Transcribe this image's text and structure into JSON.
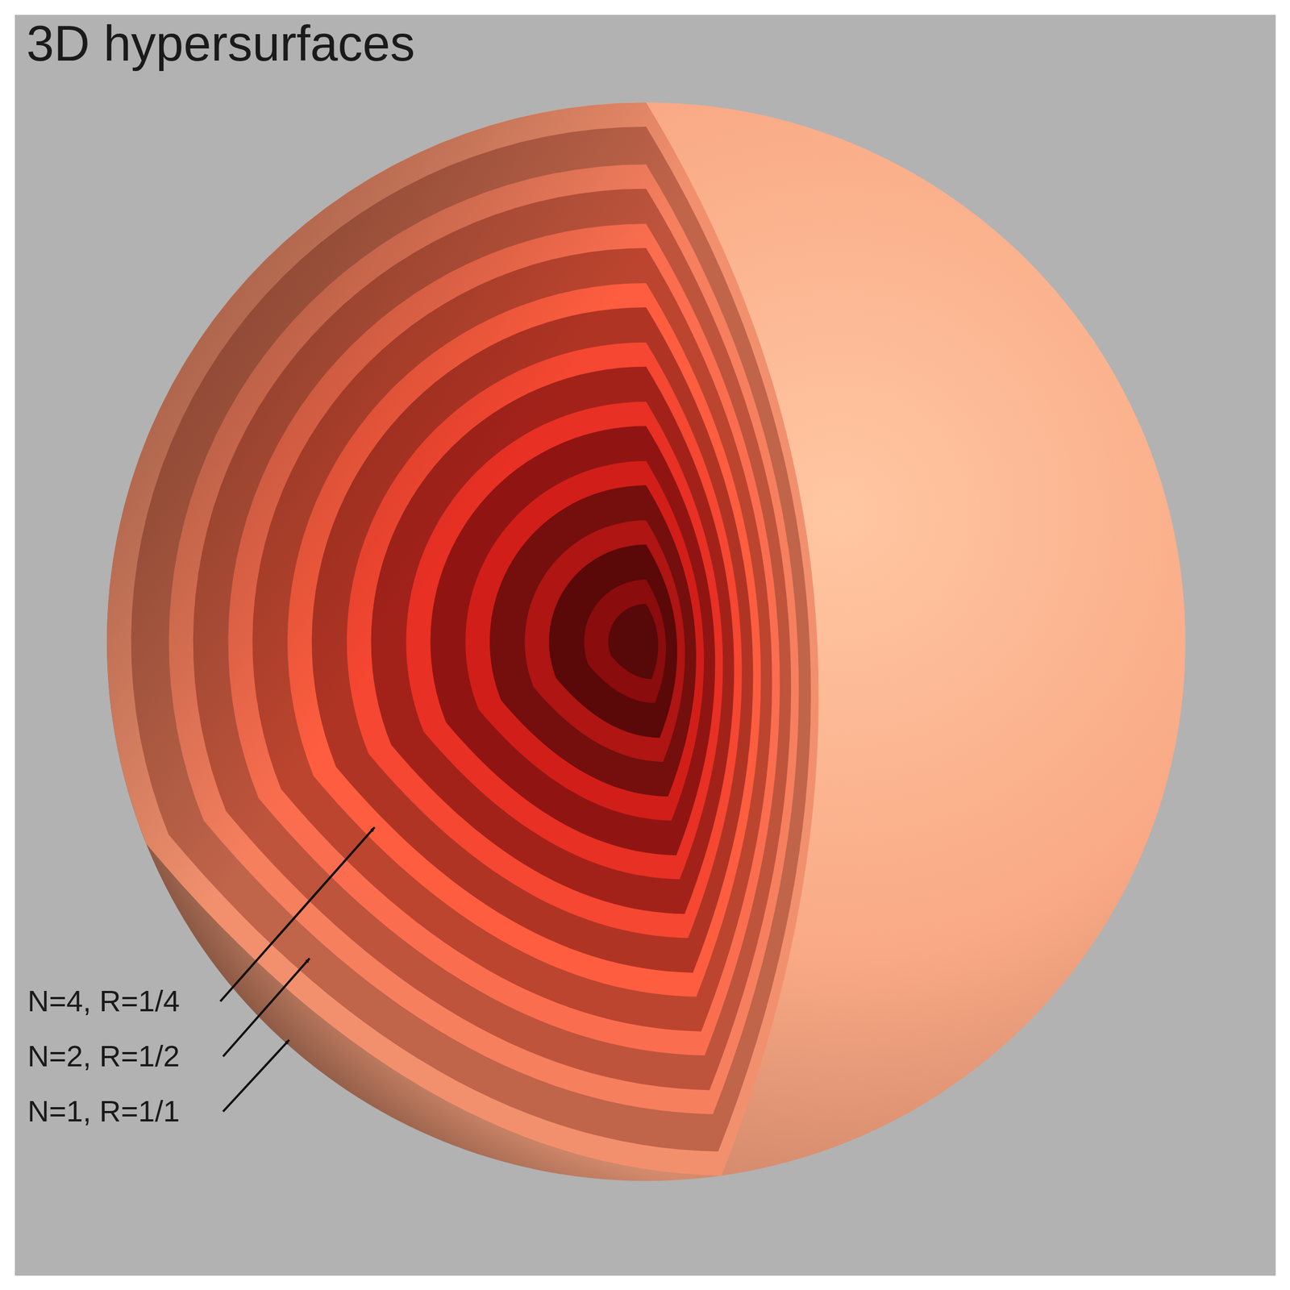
{
  "diagram": {
    "title": "3D hypersurfaces",
    "labels": [
      "N=4, R=1/4",
      "N=2, R=1/2",
      "N=1, R=1/1"
    ]
  }
}
